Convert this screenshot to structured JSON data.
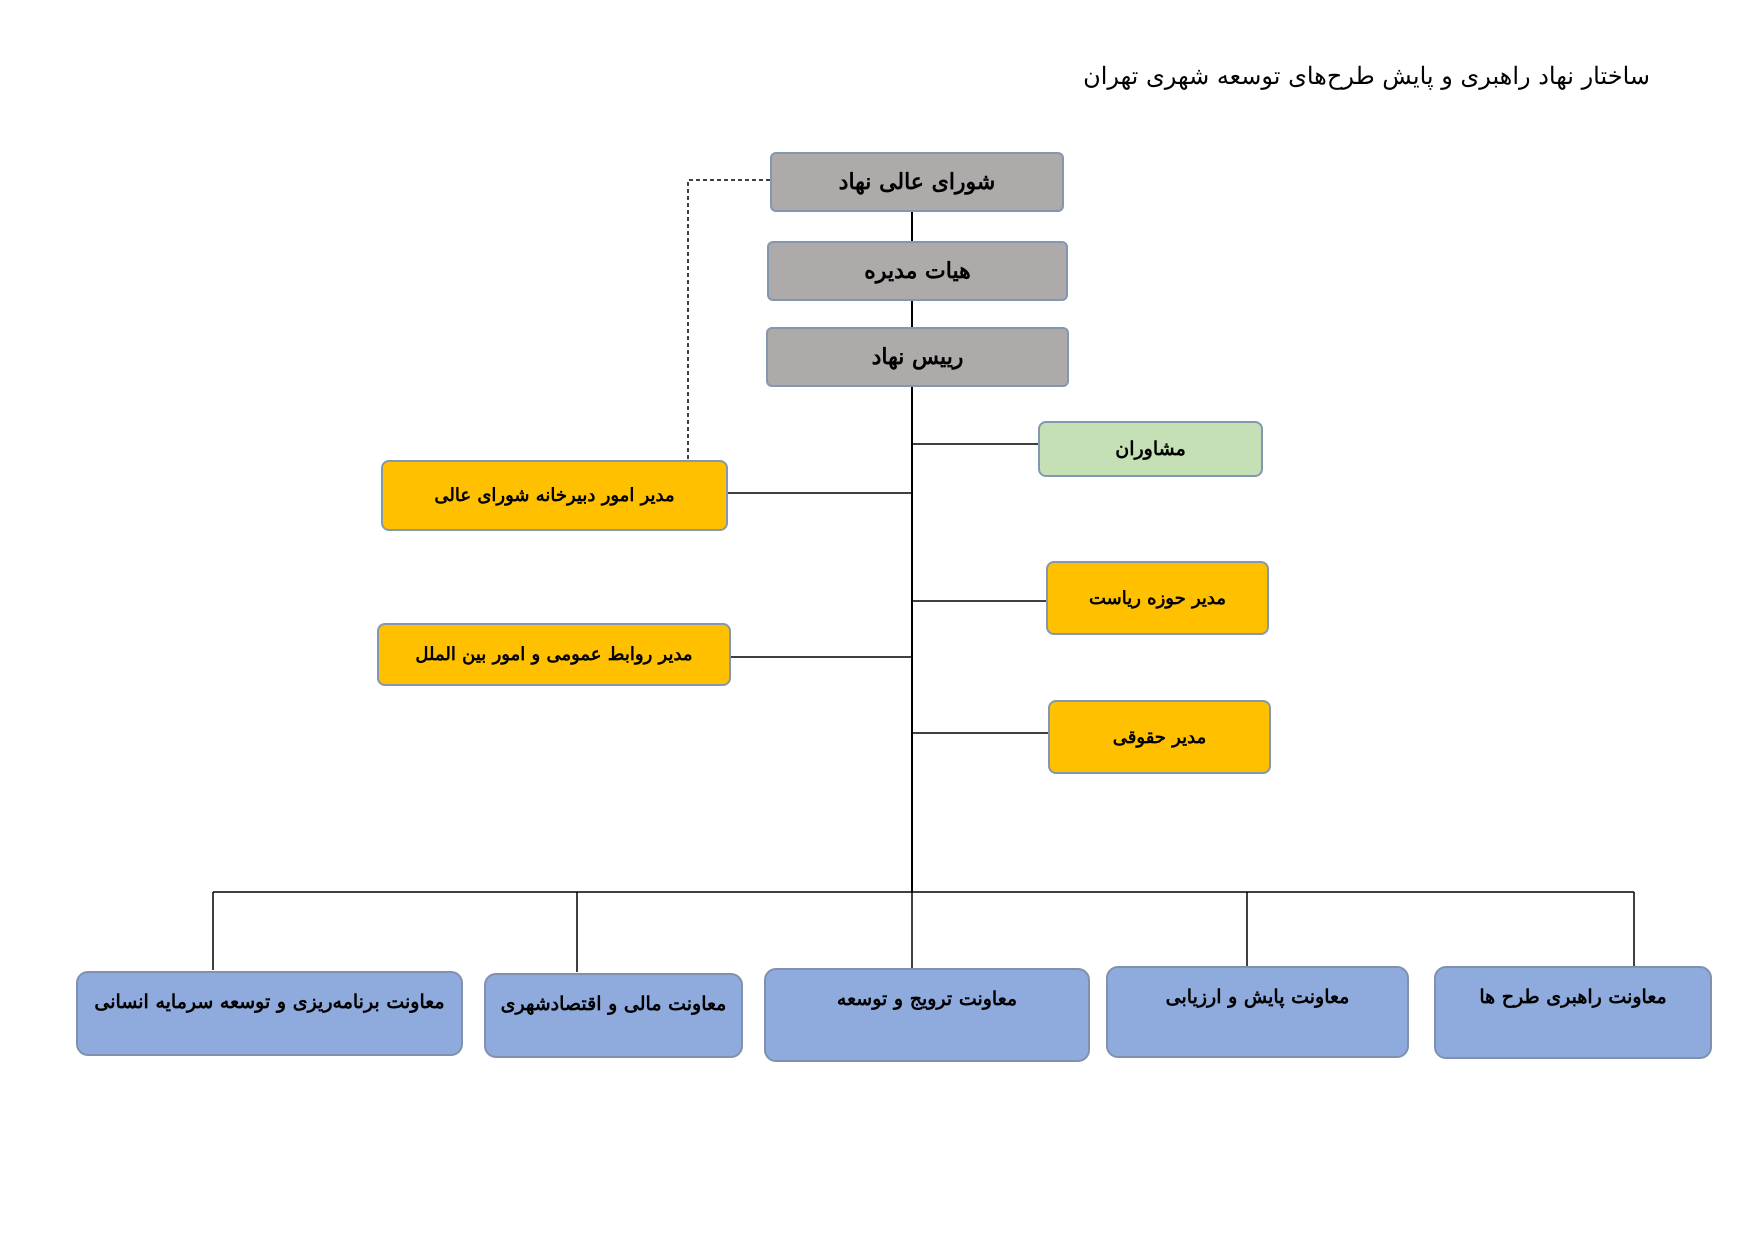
{
  "title": "ساختار نهاد راهبری و پایش طرح‌های توسعه شهری تهران",
  "colors": {
    "top_boxes": "#aeaaaa",
    "advisors": "#c5e0b4",
    "managers": "#ffc000",
    "deputies": "#8faadc",
    "lines": "#000000"
  },
  "nodes": {
    "council": "شورای عالی نهاد",
    "board": "هیات مدیره",
    "president": "رییس نهاد",
    "advisors": "مشاوران",
    "council_secretariat": "مدیر امور دبیرخانه شورای عالی",
    "presidency_office": "مدیر حوزه ریاست",
    "public_relations": "مدیر روابط عمومی و امور بین الملل",
    "legal": "مدیر حقوقی"
  },
  "deputies": [
    "معاونت برنامه‌ریزی و توسعه سرمایه انسانی",
    "معاونت مالی و اقتصادشهری",
    "معاونت ترویج و توسعه",
    "معاونت پایش و ارزیابی",
    "معاونت راهبری طرح ها"
  ]
}
